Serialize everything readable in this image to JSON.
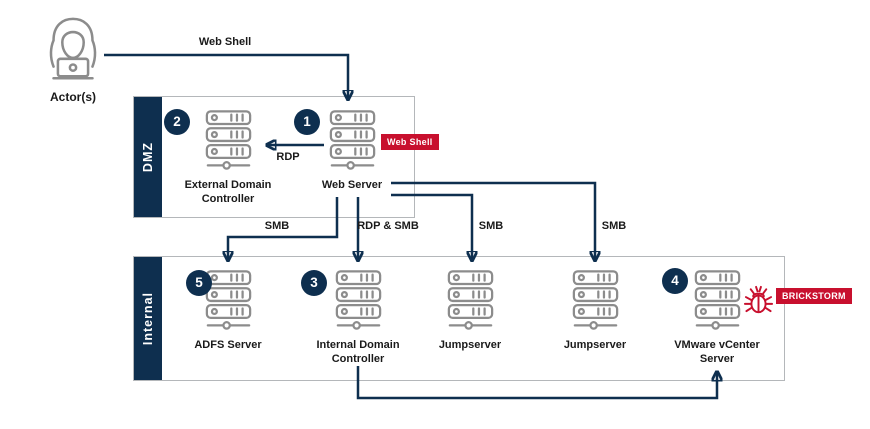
{
  "actor": {
    "label": "Actor(s)"
  },
  "zones": {
    "dmz": {
      "label": "DMZ",
      "nodes": [
        {
          "badge": "2",
          "label": "External Domain Controller"
        },
        {
          "badge": "1",
          "label": "Web Server",
          "tag": "Web Shell"
        }
      ]
    },
    "internal": {
      "label": "Internal",
      "nodes": [
        {
          "badge": "5",
          "label": "ADFS Server"
        },
        {
          "badge": "3",
          "label": "Internal Domain Controller"
        },
        {
          "label": "Jumpserver"
        },
        {
          "label": "Jumpserver"
        },
        {
          "badge": "4",
          "label": "VMware vCenter Server",
          "tag": "BRICKSTORM"
        }
      ]
    }
  },
  "connections": [
    {
      "id": "actor-to-web-server",
      "label": "Web Shell"
    },
    {
      "id": "web-server-to-external-domain-controller",
      "label": "RDP"
    },
    {
      "id": "web-server-to-adfs-server",
      "label": "SMB"
    },
    {
      "id": "web-server-to-internal-domain-controller",
      "label": "RDP & SMB"
    },
    {
      "id": "web-server-to-jumpserver-1",
      "label": "SMB"
    },
    {
      "id": "web-server-to-jumpserver-2",
      "label": "SMB"
    },
    {
      "id": "internal-domain-controller-to-vcenter",
      "label": ""
    }
  ],
  "colors": {
    "navy": "#0e2f4f",
    "red": "#c8102e",
    "icon_gray": "#8c8c8c",
    "border_gray": "#b4b7ba",
    "text": "#1a1a1a"
  }
}
